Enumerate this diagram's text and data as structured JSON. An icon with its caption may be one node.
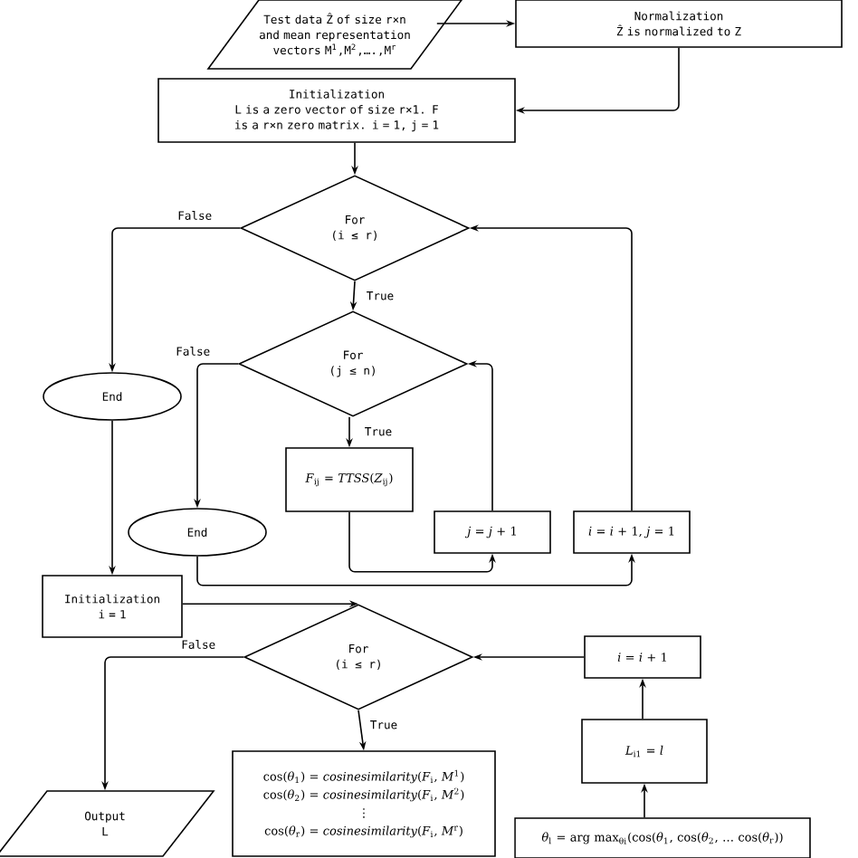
{
  "diagram": {
    "nodes": [
      {
        "text": [
          "Test data Ẑ of size r×n and mean representation vectors M$^{1}$,M$^{2}$,….,M$^{r}$"
        ]
      },
      {
        "text": [
          "Normalization",
          "Ẑ is normalized to Z"
        ]
      },
      {
        "text": [
          "Initialization",
          "L is a zero vector of size r×1. F is a r×n zero matrix. i = 1, j = 1"
        ]
      },
      {
        "text": [
          "For",
          "(i ≤ r)"
        ]
      },
      {
        "text": [
          "For",
          "(j ≤ n)"
        ]
      },
      {
        "text": [
          "End"
        ]
      },
      {
        "text": [
          "*F*$_{ij}$ = *TTSS*(*Z*$_{ij}$)"
        ]
      },
      {
        "text": [
          "End"
        ]
      },
      {
        "text": [
          "*j* = *j* + 1"
        ]
      },
      {
        "text": [
          "*i* = *i* + 1, *j* = 1"
        ]
      },
      {
        "text": [
          "Initialization",
          "i = 1"
        ]
      },
      {
        "text": [
          "For",
          "(i ≤ r)"
        ]
      },
      {
        "text": [
          "cos(*θ*$_{1}$) = *cosinesimilarity*(*F*$_{i}$, *M*$^{1}$)",
          "cos(*θ*$_{2}$) = *cosinesimilarity*(*F*$_{i}$, *M*$^{2}$)",
          "⋮",
          "cos(*θ*$_{r}$) = *cosinesimilarity*(*F*$_{i}$, *M*$^{r}$)"
        ]
      },
      {
        "text": [
          "Output",
          "L"
        ]
      },
      {
        "text": [
          "*L*$_{i1}$ = *l*"
        ]
      },
      {
        "text": [
          "*i* = *i* + 1"
        ]
      },
      {
        "text": [
          "*θ*$_{l}$ = arg max$_{θi}$(cos(*θ*$_{1}$, cos(*θ*$_{2}$, … cos(*θ*$_{r}$))"
        ]
      }
    ],
    "edges": [
      {
        "from": 0,
        "to": 1,
        "arrow": "to"
      },
      {
        "from": 1,
        "to": 2,
        "arrow": "to"
      },
      {
        "from": 2,
        "to": 3,
        "arrow": "to"
      },
      {
        "from": 3,
        "to": 5,
        "arrow": "to",
        "label": "False"
      },
      {
        "from": 3,
        "to": 4,
        "arrow": "to",
        "label": "True"
      },
      {
        "from": 4,
        "to": 7,
        "arrow": "to",
        "label": "False"
      },
      {
        "from": 4,
        "to": 6,
        "arrow": "to",
        "label": "True"
      },
      {
        "from": 6,
        "to": 8,
        "arrow": "to"
      },
      {
        "from": 8,
        "to": 4,
        "arrow": "to"
      },
      {
        "from": 7,
        "to": 9,
        "arrow": "to"
      },
      {
        "from": 9,
        "to": 3,
        "arrow": "to"
      },
      {
        "from": 5,
        "to": 10,
        "arrow": "to"
      },
      {
        "from": 10,
        "to": 11,
        "arrow": "to"
      },
      {
        "from": 11,
        "to": 13,
        "arrow": "to",
        "label": "False"
      },
      {
        "from": 11,
        "to": 12,
        "arrow": "to",
        "label": "True"
      },
      {
        "from": 16,
        "to": 14,
        "arrow": "to"
      },
      {
        "from": 14,
        "to": 15,
        "arrow": "to"
      },
      {
        "from": 15,
        "to": 11,
        "arrow": "to"
      }
    ]
  }
}
